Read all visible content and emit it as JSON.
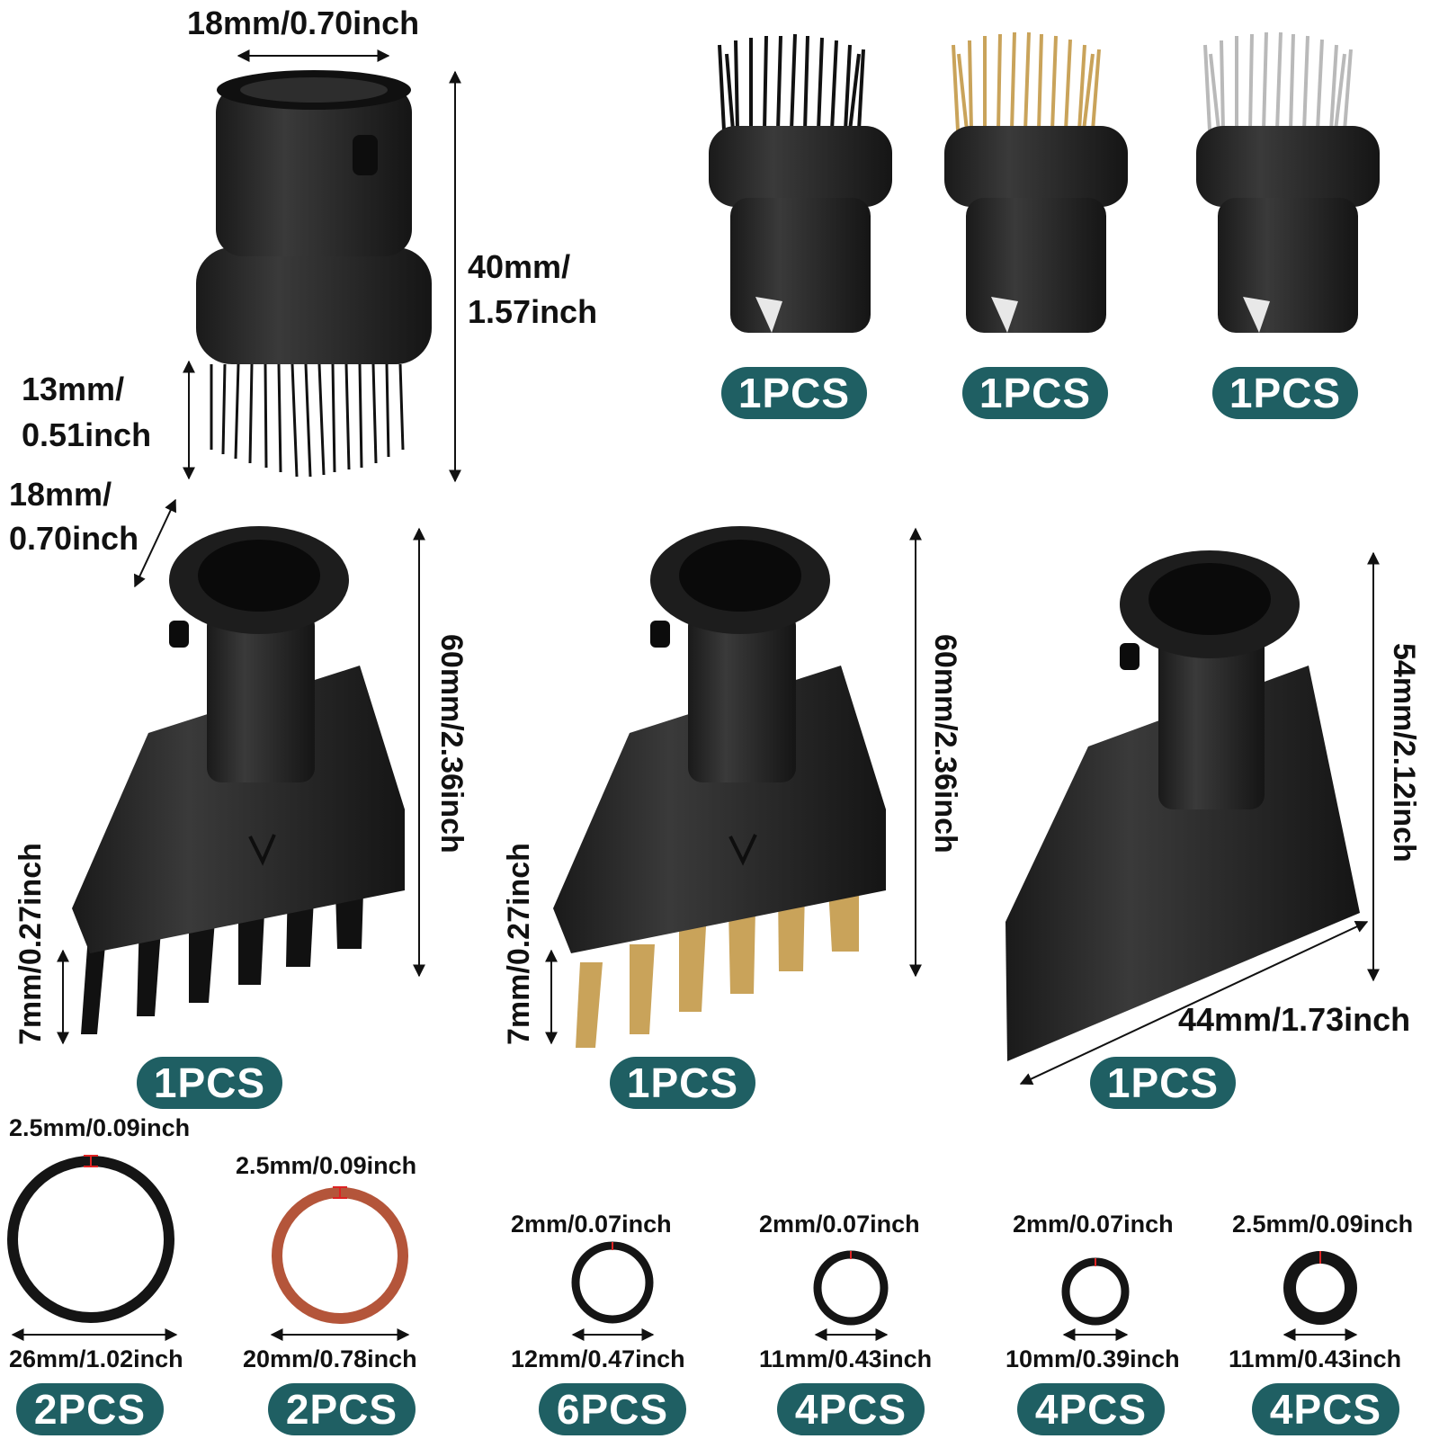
{
  "colors": {
    "badge_bg": "#1f5f63",
    "badge_text": "#ffffff",
    "part": "#2a2a2a",
    "brass": "#c9a35a",
    "steel": "#b9b9b9",
    "red_oring": "#b4553a"
  },
  "round_brush": {
    "top_width": "18mm/0.70inch",
    "height_line1": "40mm/",
    "height_line2": "1.57inch",
    "bristle_line1": "13mm/",
    "bristle_line2": "0.51inch"
  },
  "small_brushes": {
    "qty": [
      "1PCS",
      "1PCS",
      "1PCS"
    ],
    "bristle_types": [
      "nylon",
      "brass",
      "stainless-steel"
    ]
  },
  "flat_brushes": {
    "side_line1": "18mm/",
    "side_line2": "0.70inch",
    "nylon": {
      "height": "60mm/2.36inch",
      "bristle": "7mm/0.27inch",
      "qty": "1PCS"
    },
    "brass": {
      "height": "60mm/2.36inch",
      "bristle": "7mm/0.27inch",
      "qty": "1PCS"
    },
    "scraper": {
      "height": "54mm/2.12inch",
      "width": "44mm/1.73inch",
      "qty": "1PCS"
    }
  },
  "orings": [
    {
      "thickness": "2.5mm/0.09inch",
      "diameter": "26mm/1.02inch",
      "qty": "2PCS",
      "color": "black"
    },
    {
      "thickness": "2.5mm/0.09inch",
      "diameter": "20mm/0.78inch",
      "qty": "2PCS",
      "color": "red"
    },
    {
      "thickness": "2mm/0.07inch",
      "diameter": "12mm/0.47inch",
      "qty": "6PCS",
      "color": "black"
    },
    {
      "thickness": "2mm/0.07inch",
      "diameter": "11mm/0.43inch",
      "qty": "4PCS",
      "color": "black"
    },
    {
      "thickness": "2mm/0.07inch",
      "diameter": "10mm/0.39inch",
      "qty": "4PCS",
      "color": "black"
    },
    {
      "thickness": "2.5mm/0.09inch",
      "diameter": "11mm/0.43inch",
      "qty": "4PCS",
      "color": "black"
    }
  ]
}
